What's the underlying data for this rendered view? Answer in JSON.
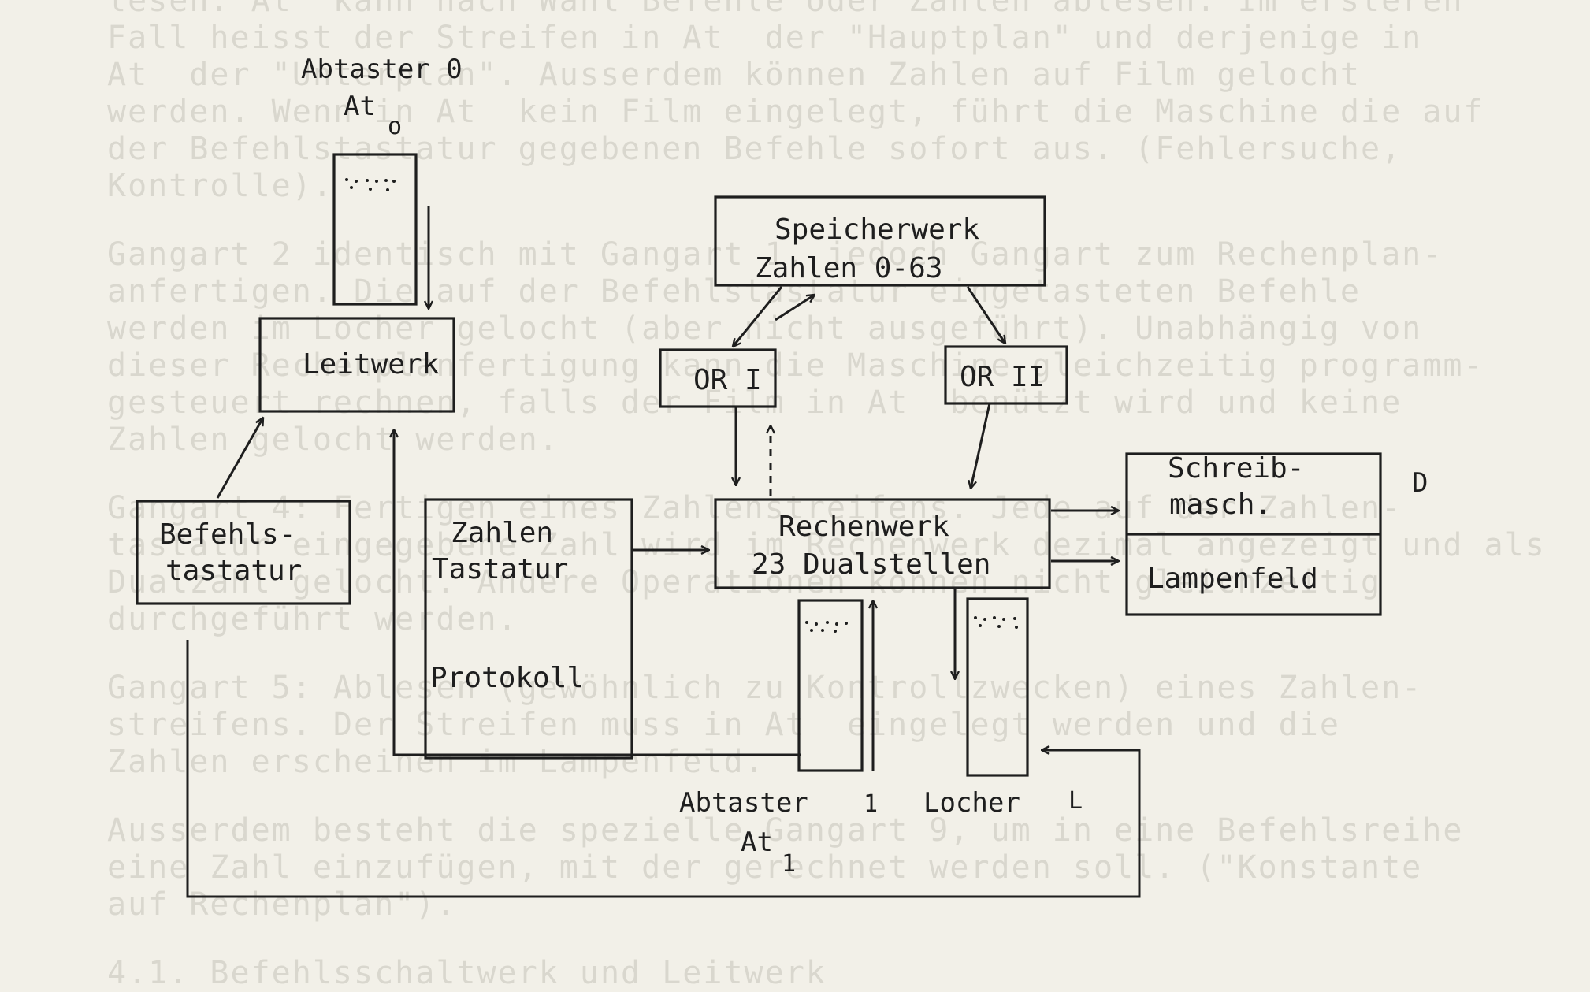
{
  "background_text": [
    "lesen. At  kann nach Wahl Befehle oder Zahlen ablesen. Im ersteren",
    "Fall heisst der Streifen in At  der \"Hauptplan\" und derjenige in",
    "At  der \"Unterplan\". Ausserdem können Zahlen auf Film gelocht",
    "werden. Wenn in At  kein Film eingelegt, führt die Maschine die auf",
    "der Befehlstastatur gegebenen Befehle sofort aus. (Fehlersuche,",
    "Kontrolle).",
    "",
    "Gangart 2 identisch mit Gangart 1, jedoch Gangart zum Rechenplan-",
    "anfertigen. Die auf der Befehlstastatur eingetasteten Befehle",
    "werden im Locher gelocht (aber nicht ausgeführt). Unabhängig von",
    "dieser Rechenplanfertigung kann die Maschine gleichzeitig programm-",
    "gesteuert rechnen, falls der Film in At  benützt wird und keine",
    "Zahlen gelocht werden.",
    "",
    "Gangart 4: Fertigen eines Zahlenstreifens. Jede auf der Zahlen-",
    "tastatur eingegebene Zahl wird im Rechenwerk dezimal angezeigt und als",
    "Dualzahl gelocht. Andere Operationen können nicht gleichzeitig",
    "durchgeführt werden.",
    "",
    "Gangart 5: Ablesen (gewöhnlich zu Kontrollzwecken) eines Zahlen-",
    "streifens. Der Streifen muss in At  eingelegt werden und die",
    "Zahlen erscheinen im Lampenfeld.",
    "",
    "Ausserdem besteht die spezielle Gangart 9, um in eine Befehlsreihe",
    "eine Zahl einzufügen, mit der gerechnet werden soll. (\"Konstante",
    "auf Rechenplan\").",
    "",
    "4.1. Befehlsschaltwerk und Leitwerk"
  ],
  "diagram": {
    "abtaster0": {
      "title": "Abtaster 0",
      "sub_main": "At",
      "sub_index": "o"
    },
    "leitwerk": "Leitwerk",
    "speicherwerk": {
      "line1": "Speicherwerk",
      "line2": "Zahlen 0-63"
    },
    "or1": "OR I",
    "or2": "OR II",
    "befehlstastatur": {
      "line1": "Befehls-",
      "line2": "tastatur"
    },
    "zahlentastatur": {
      "line1": "Zahlen",
      "line2": "Tastatur",
      "line3": "Protokoll"
    },
    "rechenwerk": {
      "line1": "Rechenwerk",
      "line2": "23 Dualstellen"
    },
    "schreibmaschine": {
      "line1": "Schreib-",
      "line2": "masch.",
      "side_label": "D"
    },
    "lampenfeld": "Lampenfeld",
    "abtaster1": {
      "title": "Abtaster",
      "title_index": "1",
      "sub_main": "At",
      "sub_index": "1"
    },
    "locher": {
      "title": "Locher",
      "title_index": "L"
    }
  }
}
